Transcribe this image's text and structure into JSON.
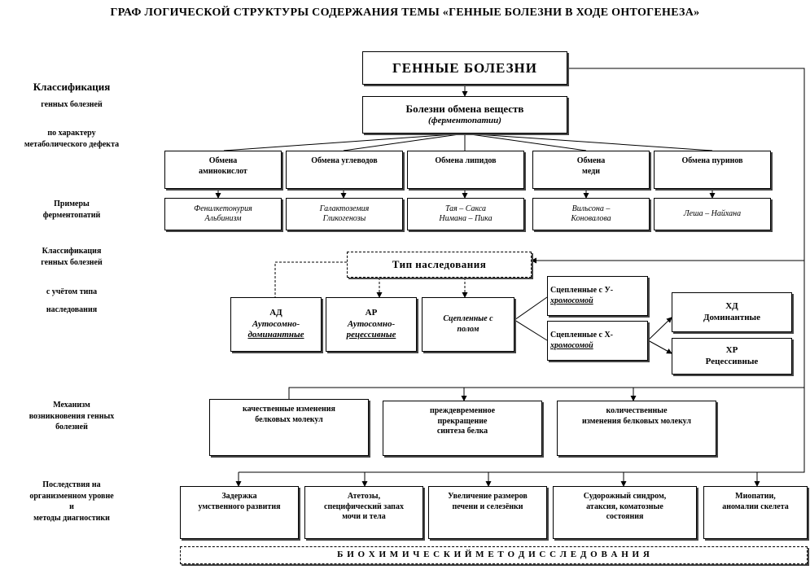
{
  "title": "ГРАФ  ЛОГИЧЕСКОЙ  СТРУКТУРЫ  СОДЕРЖАНИЯ  ТЕМЫ  «ГЕННЫЕ БОЛЕЗНИ В ХОДЕ ОНТОГЕНЕЗА»",
  "side_labels": {
    "classification_title": "Классификация",
    "classification_sub": "генных  болезней",
    "by_metabolic_1": "по характеру",
    "by_metabolic_2": "метаболического  дефекта",
    "examples_1": "Примеры",
    "examples_2": "ферментопатий",
    "classification2_1": "Классификация",
    "classification2_2": "генных болезней",
    "classification2_3": "с учётом типа",
    "classification2_4": "наследования",
    "mechanism_1": "Механизм",
    "mechanism_2": "возникновения  генных",
    "mechanism_3": "болезней",
    "consequences_1": "Последствия  на",
    "consequences_2": "организменном  уровне",
    "consequences_3": "и",
    "consequences_4": "методы  диагностики"
  },
  "root": "ГЕННЫЕ   БОЛЕЗНИ",
  "metabolism": {
    "title": "Болезни обмена веществ",
    "subtitle": "(ферментопатии)"
  },
  "metabolism_types": [
    {
      "line1": "Обмена",
      "line2": "аминокислот"
    },
    {
      "line1": "Обмена углеводов",
      "line2": ""
    },
    {
      "line1": "Обмена липидов",
      "line2": ""
    },
    {
      "line1": "Обмена",
      "line2": "меди"
    },
    {
      "line1": "Обмена пуринов",
      "line2": ""
    }
  ],
  "examples": [
    {
      "line1": "Фенилкетонурия",
      "line2": "Альбинизм"
    },
    {
      "line1": "Галактоземия",
      "line2": "Гликогенозы"
    },
    {
      "line1": "Тая  – Сакса",
      "line2": "Нимана – Пика"
    },
    {
      "line1": "Вильсона –",
      "line2": "Коновалова"
    },
    {
      "line1": "Леша – Найхана",
      "line2": ""
    }
  ],
  "inheritance_title": "Тип   наследования",
  "inheritance": {
    "ad_code": "АД",
    "ad_line1": "Аутосомно-",
    "ad_line2": "доминантные",
    "ar_code": "АР",
    "ar_line1": "Аутосомно-",
    "ar_line2": "рецессивные",
    "sex_line1": "Сцепленные с",
    "sex_line2": "полом",
    "y_line1": "Сцепленные  с У-",
    "y_line2": "хромосомой",
    "x_line1": "Сцепленные  с Х-",
    "x_line2": "хромосомой",
    "xd_code": "ХД",
    "xd_name": "Доминантные",
    "xr_code": "ХР",
    "xr_name": "Рецессивные"
  },
  "mechanisms": [
    {
      "line1": "качественные   изменения",
      "line2": "белковых молекул",
      "line3": ""
    },
    {
      "line1": "преждевременное",
      "line2": "прекращение",
      "line3": "синтеза белка"
    },
    {
      "line1": "количественные",
      "line2": "изменения белковых молекул",
      "line3": ""
    }
  ],
  "consequences": [
    {
      "line1": "Задержка",
      "line2": "умственного развития",
      "line3": ""
    },
    {
      "line1": "Атетозы,",
      "line2": "специфический запах",
      "line3": "мочи и тела"
    },
    {
      "line1": "Увеличение размеров",
      "line2": "печени и селезёнки",
      "line3": ""
    },
    {
      "line1": "Судорожный синдром,",
      "line2": "атаксия, коматозные",
      "line3": "состояния"
    },
    {
      "line1": "Миопатии,",
      "line2": "аномалии скелета",
      "line3": ""
    }
  ],
  "method": "Б И О Х И М И Ч Е С К И Й       М Е Т О Д       И С С Л Е Д О В А Н И Я"
}
